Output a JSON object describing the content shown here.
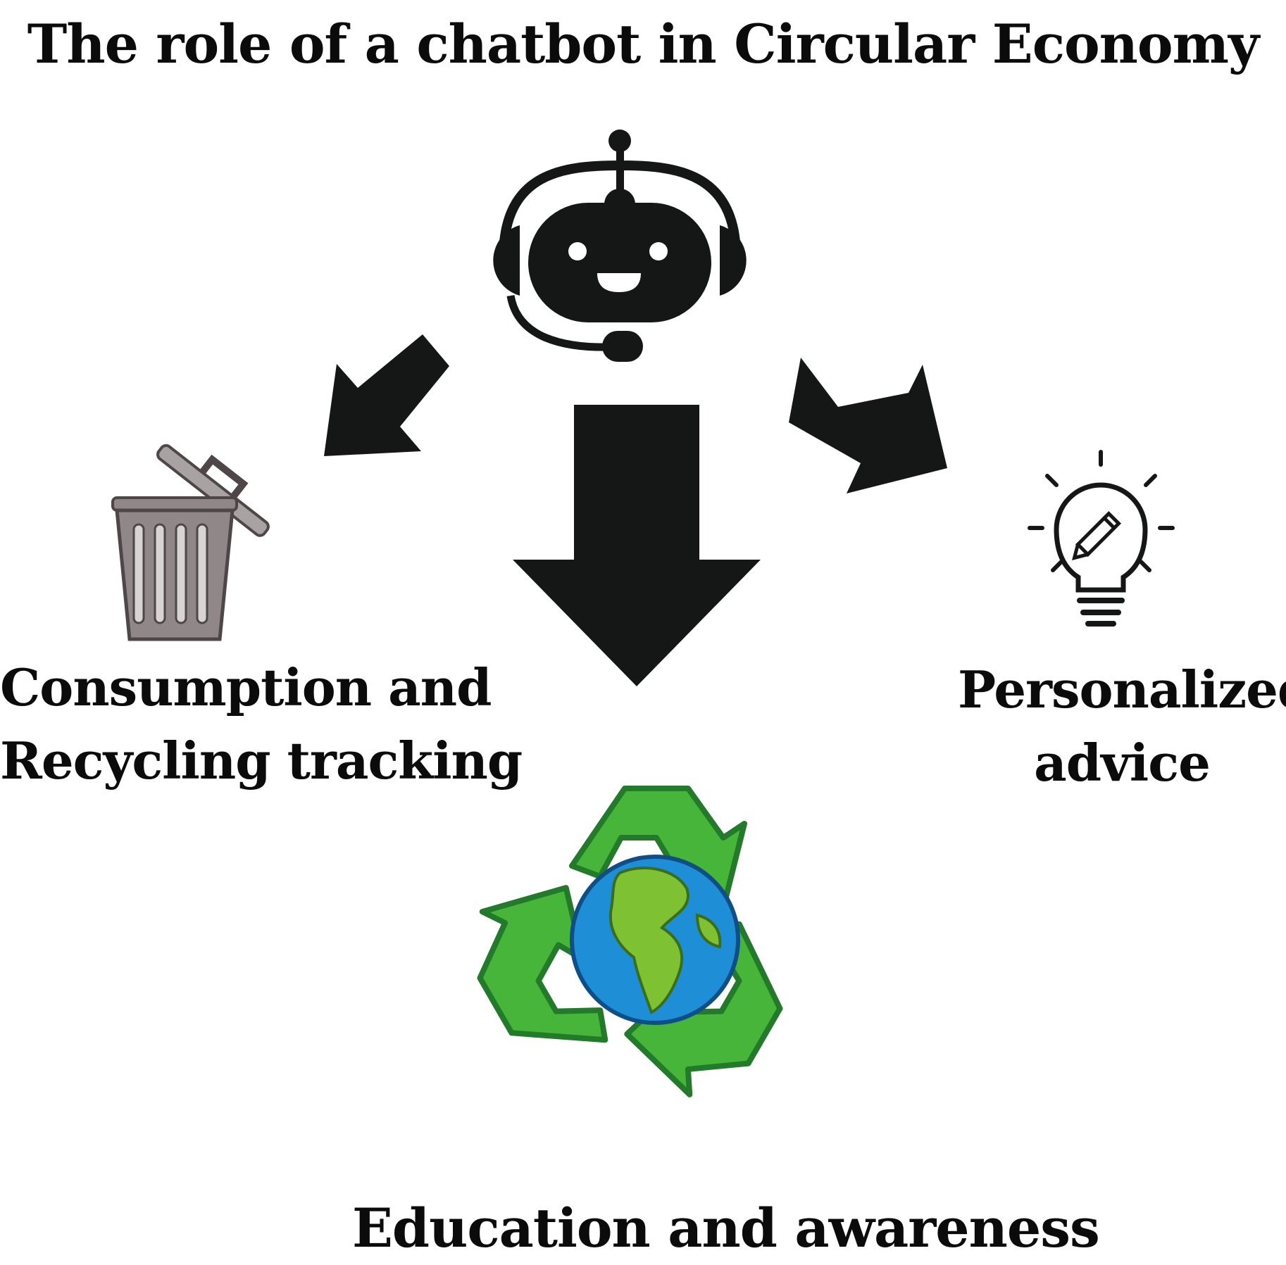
{
  "diagram": {
    "title": "The role of a chatbot in Circular Economy",
    "nodes": {
      "left": {
        "line1": "Consumption and",
        "line2": "Recycling tracking",
        "icon": "trash-can-icon"
      },
      "right": {
        "line1": "Personalized",
        "line2": "advice",
        "icon": "lightbulb-pencil-icon"
      },
      "bottom": {
        "label": "Education and awareness",
        "icon": "recycle-globe-icon"
      }
    },
    "center_icon": "chatbot-headset-icon",
    "colors": {
      "ink": "#151716",
      "trash": "#7b7374",
      "recycle_green": "#46b53a",
      "recycle_dark": "#237a2a",
      "ocean": "#1e8fd6",
      "land": "#7ec234"
    }
  }
}
